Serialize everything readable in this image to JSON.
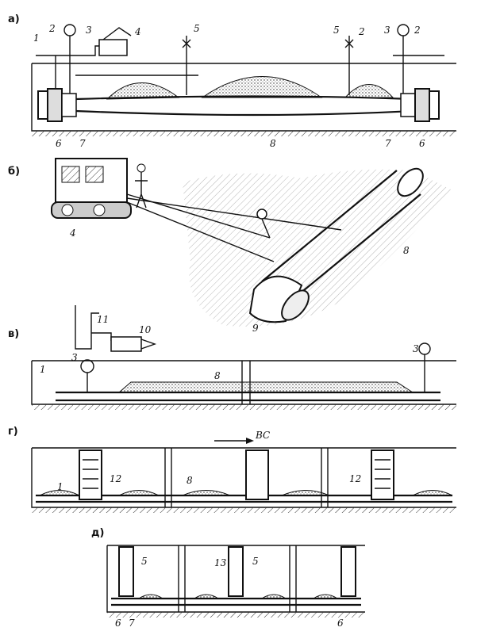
{
  "panels": [
    {
      "id": "a",
      "label": "а)"
    },
    {
      "id": "b",
      "label": "б)"
    },
    {
      "id": "v",
      "label": "в)"
    },
    {
      "id": "g",
      "label": "г)"
    },
    {
      "id": "d",
      "label": "д)"
    }
  ],
  "labels_a": [
    "1",
    "2",
    "3",
    "4",
    "5",
    "5",
    "2",
    "3",
    "2",
    "6",
    "7",
    "8",
    "7",
    "6"
  ],
  "labels_b": [
    "4",
    "8",
    "9"
  ],
  "labels_v": [
    "11",
    "10",
    "3",
    "1",
    "8",
    "3"
  ],
  "labels_g": [
    "1",
    "12",
    "8",
    "BC",
    "12"
  ],
  "labels_d": [
    "5",
    "13",
    "5",
    "6",
    "7",
    "6"
  ]
}
